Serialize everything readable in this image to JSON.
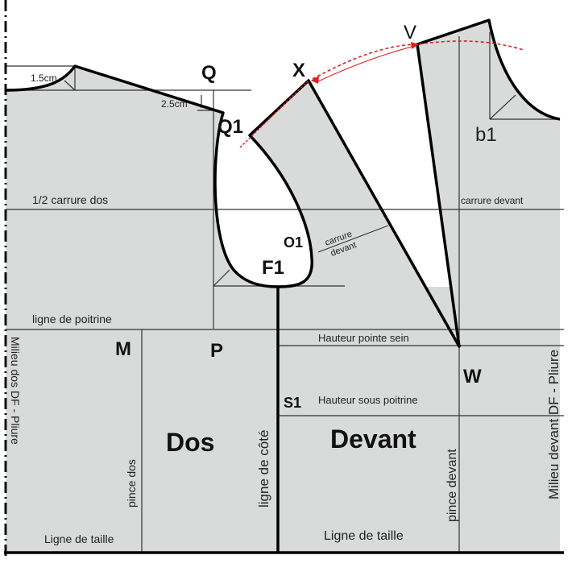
{
  "colors": {
    "fill": "#d9dada",
    "accent": "#e02020"
  },
  "points": {
    "Q": "Q",
    "Q1": "Q1",
    "X": "X",
    "V": "V",
    "b1": "b1",
    "O1": "O1",
    "F1": "F1",
    "M": "M",
    "P": "P",
    "W": "W",
    "S1": "S1"
  },
  "measures": {
    "m1": "1.5cm",
    "m2": "2.5cm"
  },
  "labels": {
    "half_back_width": "1/2 carrure dos",
    "front_width": "carrure devant",
    "front_width_small_1": "carrure",
    "front_width_small_2": "devant",
    "chest_line": "ligne de poitrine",
    "bust_point_height": "Hauteur pointe sein",
    "under_bust_height": "Hauteur sous poitrine",
    "back_center": "Milieu dos DF - Pliure",
    "front_center": "Milieu devant DF - Pliure",
    "back_dart": "pince dos",
    "front_dart": "pince devant",
    "side_line": "ligne de côté",
    "waist_line_back": "Ligne de taille",
    "waist_line_front": "Ligne de taille",
    "back": "Dos",
    "front": "Devant"
  }
}
